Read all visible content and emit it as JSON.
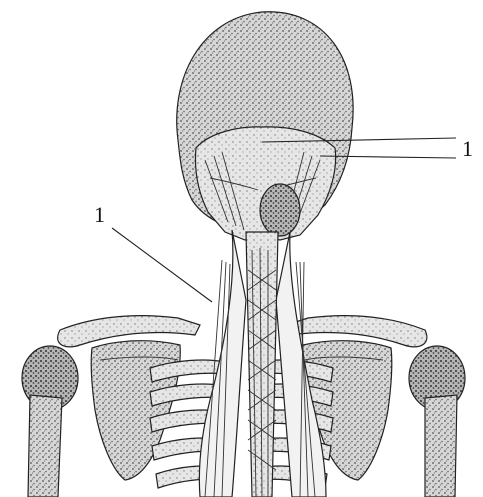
{
  "figure": {
    "callouts": [
      {
        "label": "1"
      },
      {
        "label": "1"
      }
    ]
  },
  "colors": {
    "background": "#ffffff",
    "ink": "#222222",
    "bone_fill": "#d9d9d9",
    "skull_fill": "#cfcfcf",
    "muscle_fill": "#eeeeee"
  },
  "icons": {
    "skull": "skull-illustration",
    "spine": "vertebral-column-illustration",
    "scapula": "scapula-illustration",
    "ribs": "rib-cage-illustration"
  }
}
